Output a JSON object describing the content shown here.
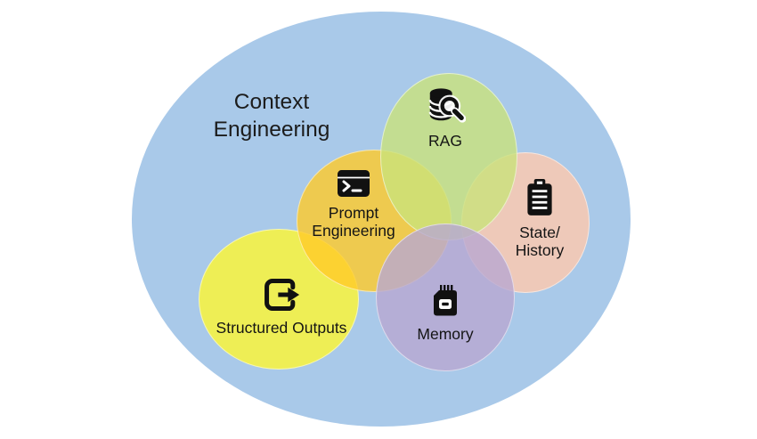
{
  "diagram": {
    "title_line1": "Context",
    "title_line2": "Engineering",
    "colors": {
      "page_background": "#ffffff",
      "outer_ellipse": "#a9c9e9",
      "rag_fill": "rgba(201,226,122,0.8)",
      "prompt_engineering_fill": "rgba(255,202,40,0.8)",
      "state_history_fill": "rgba(255,201,173,0.8)",
      "structured_outputs_fill": "rgba(255,247,48,0.8)",
      "memory_fill": "rgba(184,167,209,0.8)",
      "icon_color": "#111111",
      "text_color": "#1c1c1c"
    },
    "nodes": {
      "rag": {
        "label": "RAG",
        "icon": "database-search-icon"
      },
      "prompt_engineering": {
        "label_line1": "Prompt",
        "label_line2": "Engineering",
        "icon": "terminal-icon"
      },
      "state_history": {
        "label_line1": "State/",
        "label_line2": "History",
        "icon": "clipboard-icon"
      },
      "structured_outputs": {
        "label": "Structured Outputs",
        "icon": "export-icon"
      },
      "memory": {
        "label": "Memory",
        "icon": "memory-card-icon"
      }
    }
  }
}
